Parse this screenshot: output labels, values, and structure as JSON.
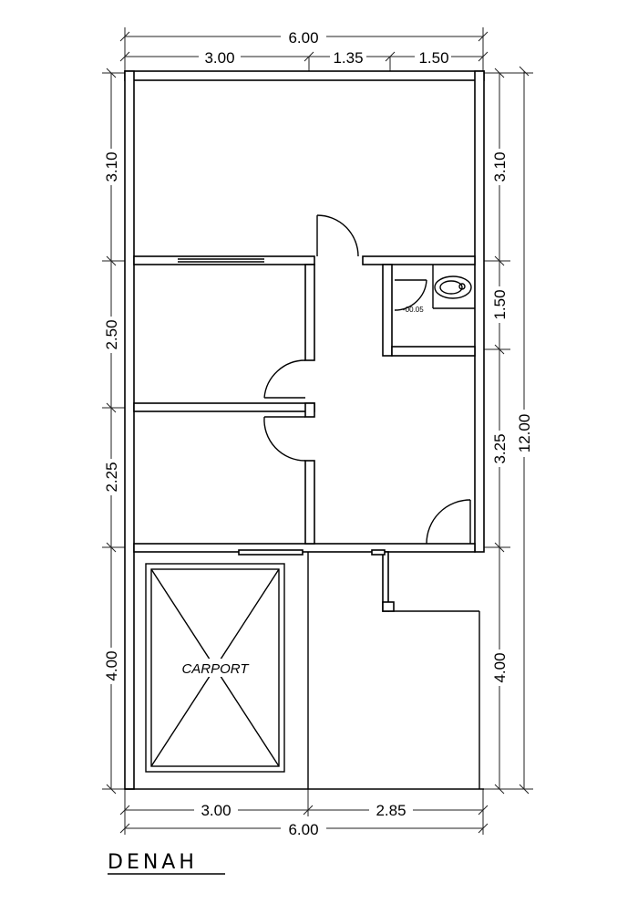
{
  "title": "DENAH",
  "carport_label": "CARPORT",
  "floor_level": "-00.05",
  "dims": {
    "top_total": "6.00",
    "top_a": "3.00",
    "top_b": "1.35",
    "top_c": "1.50",
    "left_1": "3.10",
    "left_2": "2.50",
    "left_3": "2.25",
    "left_4": "4.00",
    "right_1": "3.10",
    "right_2": "1.50",
    "right_3": "3.25",
    "right_4": "4.00",
    "right_total": "12.00",
    "bottom_a": "3.00",
    "bottom_b": "2.85",
    "bottom_total": "6.00"
  }
}
